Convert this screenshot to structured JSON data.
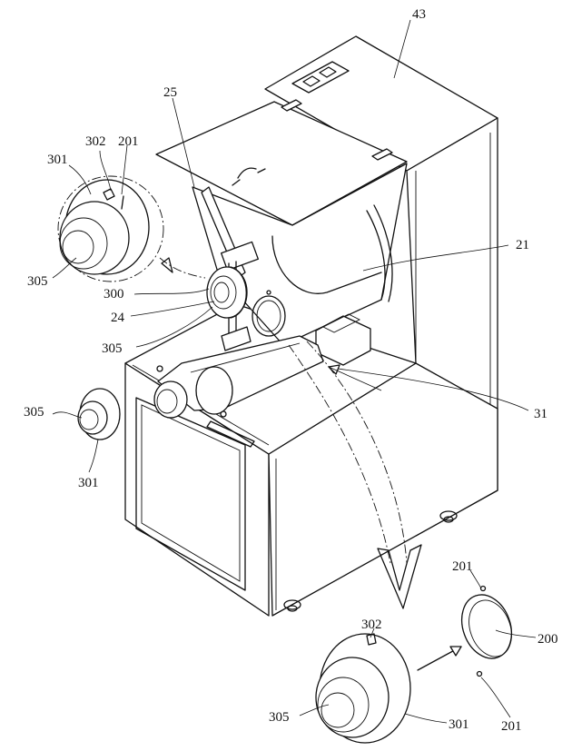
{
  "labels": {
    "l43": "43",
    "l25": "25",
    "l302a": "302",
    "l201a": "201",
    "l301a": "301",
    "l305a": "305",
    "l300": "300",
    "l24": "24",
    "l305b": "305",
    "l21": "21",
    "l305c": "305",
    "l301b": "301",
    "l31": "31",
    "l201b": "201",
    "l200": "200",
    "l302b": "302",
    "l305d": "305",
    "l301c": "301",
    "l201c": "201"
  }
}
